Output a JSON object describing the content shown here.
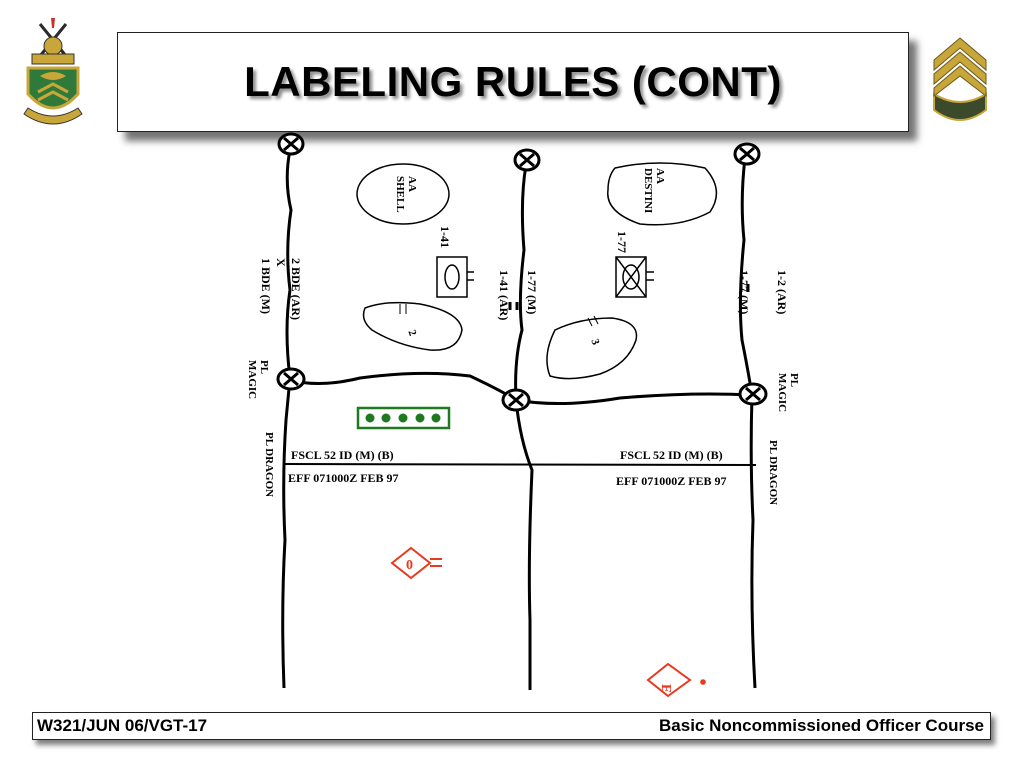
{
  "slide": {
    "title": "LABELING RULES (CONT)",
    "footer_left": "W321/JUN 06/VGT-17",
    "footer_right": "Basic Noncommissioned Officer Course"
  },
  "map": {
    "aa_left": [
      "AA",
      "SHELL"
    ],
    "aa_right": [
      "AA",
      "DESTINI"
    ],
    "unit_1_41": "1-41",
    "unit_1_77": "1-77",
    "bde_boundary": [
      "2 BDE (AR)",
      "X",
      "1 BDE (M)"
    ],
    "mid_boundary": [
      "1-77 (M)",
      "1-41 (AR)"
    ],
    "right_boundary": [
      "1-2 (AR)",
      "1-77 (M)"
    ],
    "objective_2": "2",
    "objective_3": "3",
    "pl_magic_left": [
      "PL",
      "MAGIC"
    ],
    "pl_magic_right": [
      "PL",
      "MAGIC"
    ],
    "pl_dragon_left": "PL DRAGON",
    "pl_dragon_right": "PL DRAGON",
    "fscl_left": "FSCL 52 ID (M) (B)",
    "eff_left": "EFF 071000Z FEB 97",
    "fscl_right": "FSCL 52 ID (M) (B)",
    "eff_right": "EFF 071000Z FEB 97",
    "symbol_0": "0",
    "symbol_e": "E"
  },
  "colors": {
    "accent_red": "#e8391f",
    "green": "#1f7a1f",
    "insignia_gold": "#c9a63a",
    "insignia_green": "#3a4a2a"
  }
}
